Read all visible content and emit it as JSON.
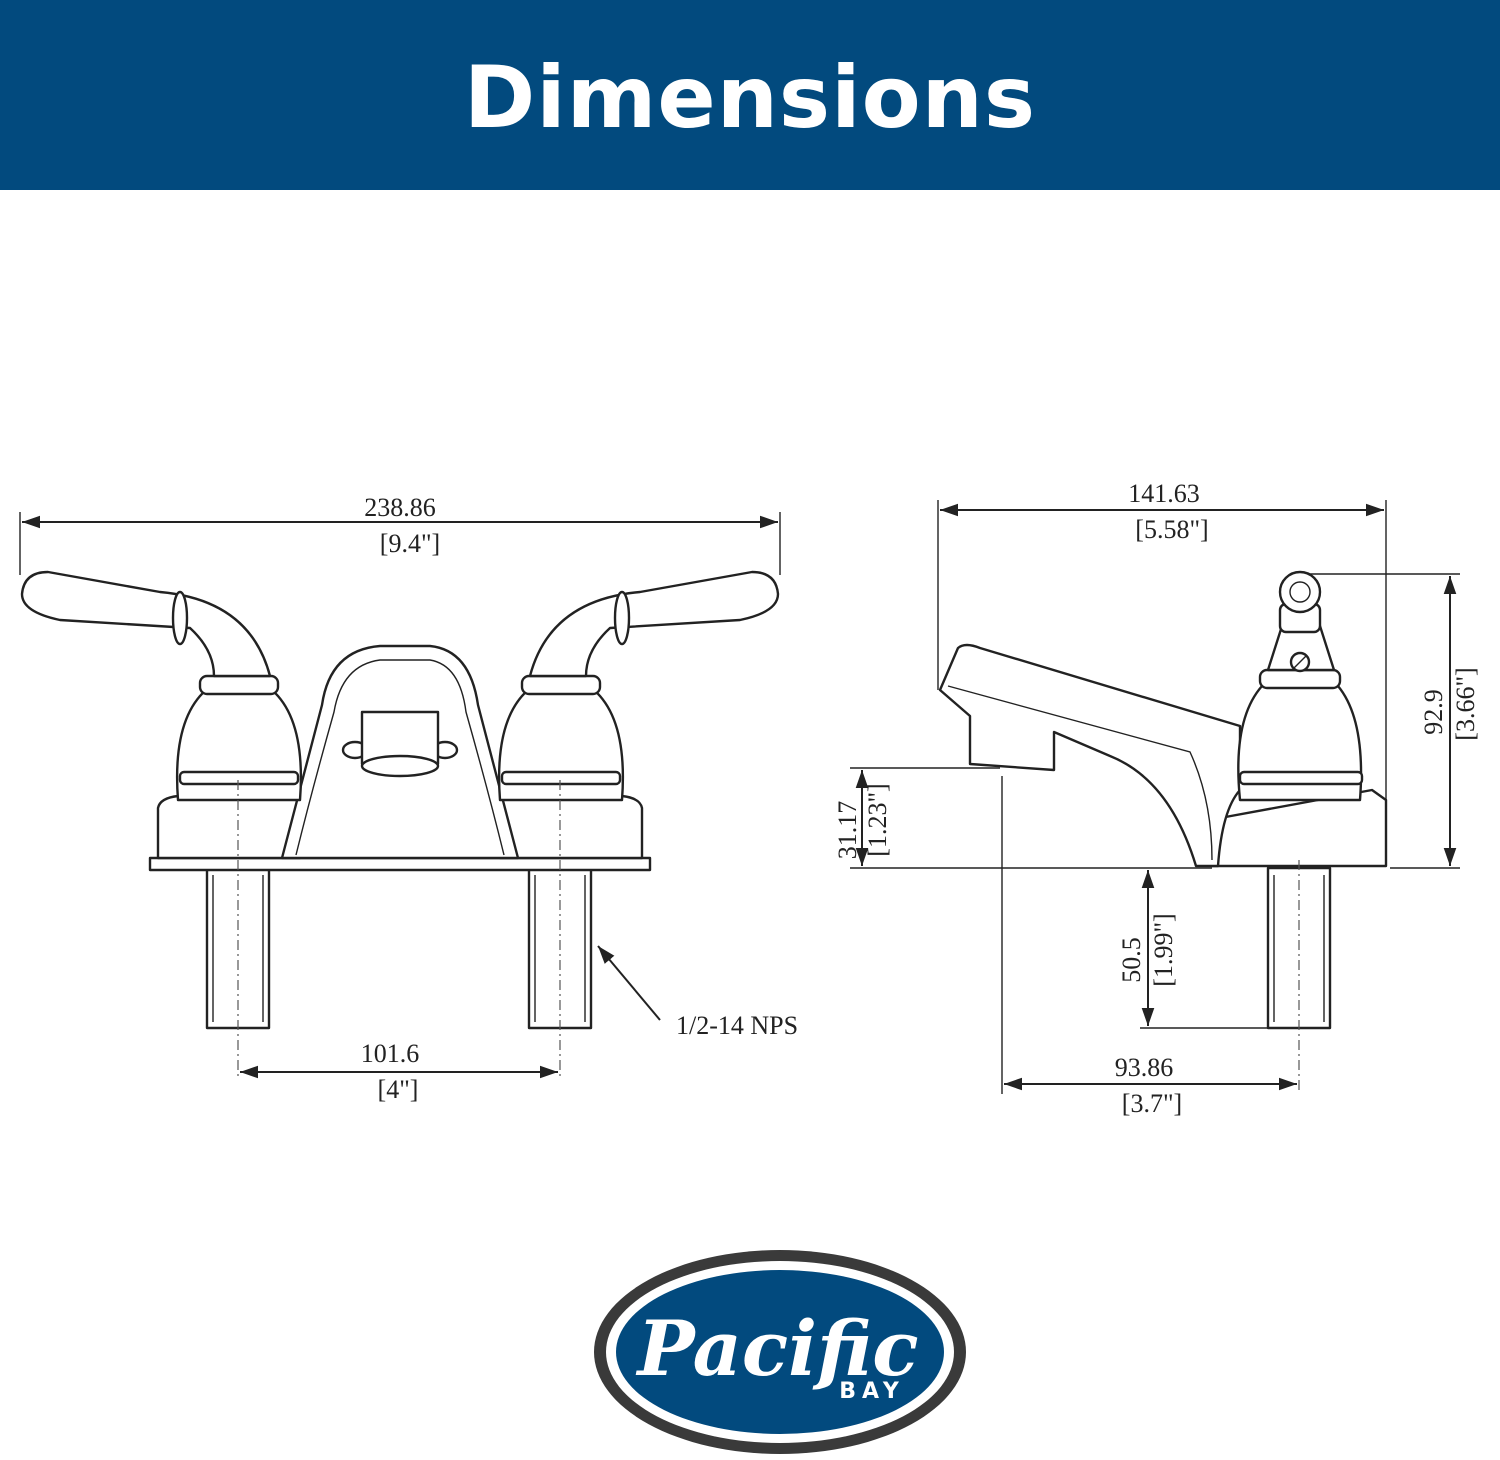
{
  "header": {
    "title": "Dimensions"
  },
  "front_view": {
    "overall_width_mm": "238.86",
    "overall_width_in": "[9.4\"]",
    "center_spacing_mm": "101.6",
    "center_spacing_in": "[4\"]",
    "thread_label": "1/2-14 NPS"
  },
  "side_view": {
    "overall_depth_mm": "141.63",
    "overall_depth_in": "[5.58\"]",
    "overall_height_mm": "92.9",
    "overall_height_in": "[3.66\"]",
    "spout_height_mm": "31.17",
    "spout_height_in": "[1.23\"]",
    "shank_length_mm": "50.5",
    "shank_length_in": "[1.99\"]",
    "spout_reach_mm": "93.86",
    "spout_reach_in": "[3.7\"]"
  },
  "logo": {
    "brand": "Pacific",
    "sub": "BAY",
    "colors": {
      "outer": "#3a3a3a",
      "inner": "#024a7e",
      "text": "#ffffff"
    }
  },
  "colors": {
    "banner": "#024a7e",
    "line": "#222222"
  }
}
